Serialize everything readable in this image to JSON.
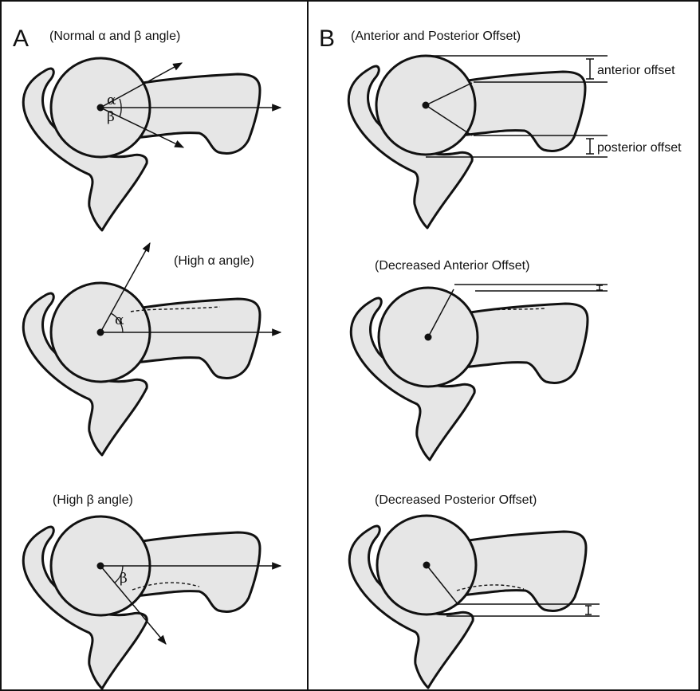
{
  "panel_a": {
    "letter": "A",
    "titles": [
      "(Normal α and β angle)",
      "(High α angle)",
      "(High β angle)"
    ],
    "alpha": "α",
    "beta": "β"
  },
  "panel_b": {
    "letter": "B",
    "titles": [
      "(Anterior and Posterior Offset)",
      "(Decreased Anterior Offset)",
      "(Decreased Posterior Offset)"
    ],
    "anterior_offset_label": "anterior offset",
    "posterior_offset_label": "posterior offset"
  }
}
